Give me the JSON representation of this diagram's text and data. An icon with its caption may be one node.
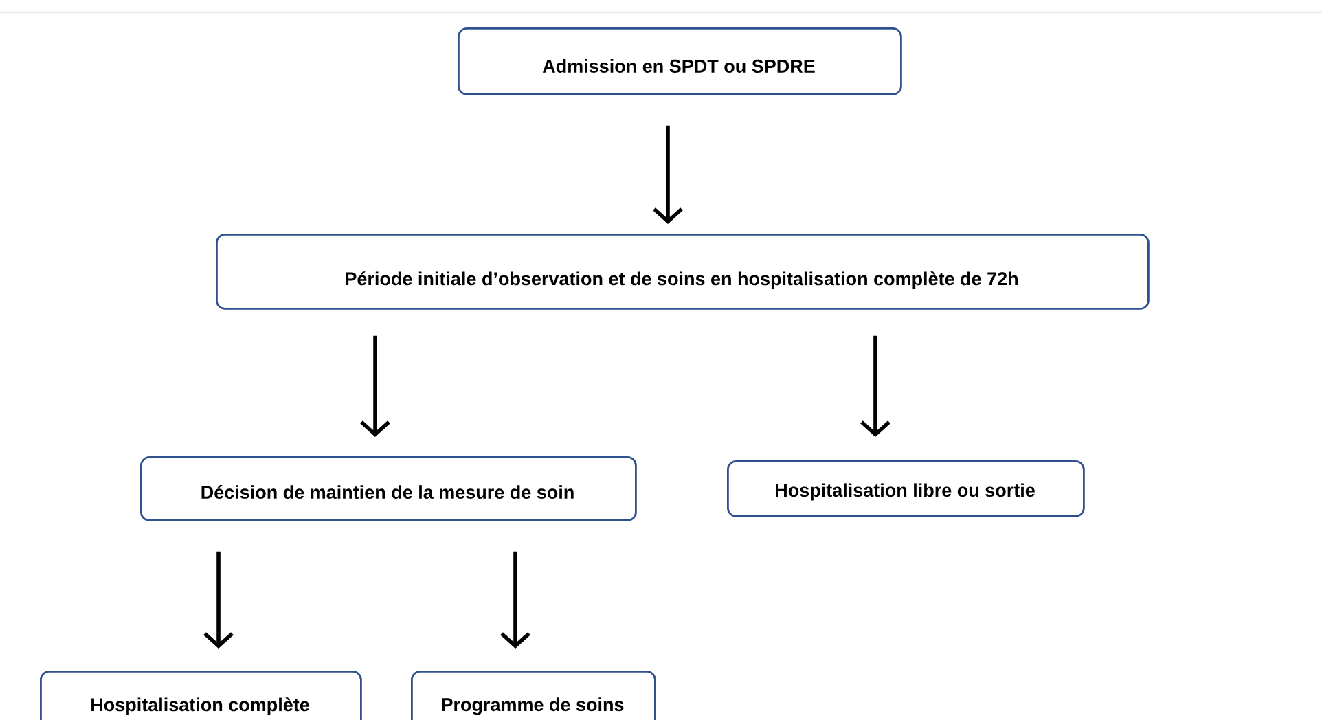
{
  "diagram": {
    "nodes": [
      {
        "text": [
          "Admission en SPDT ou SPDRE"
        ]
      },
      {
        "text": [
          "Période initiale d’observation et de soins en hospitalisation complète de 72h"
        ]
      },
      {
        "text": [
          "Décision de maintien de la mesure de soin"
        ]
      },
      {
        "text": [
          "Hospitalisation libre ou sortie"
        ]
      },
      {
        "text": [
          "Hospitalisation complète"
        ]
      },
      {
        "text": [
          "Programme de soins"
        ]
      }
    ],
    "edges": [
      {
        "from": 0,
        "to": 1,
        "arrow": "to"
      },
      {
        "from": 1,
        "to": 2,
        "arrow": "to"
      },
      {
        "from": 1,
        "to": 3,
        "arrow": "to"
      },
      {
        "from": 2,
        "to": 4,
        "arrow": "to"
      },
      {
        "from": 2,
        "to": 5,
        "arrow": "to"
      }
    ]
  }
}
